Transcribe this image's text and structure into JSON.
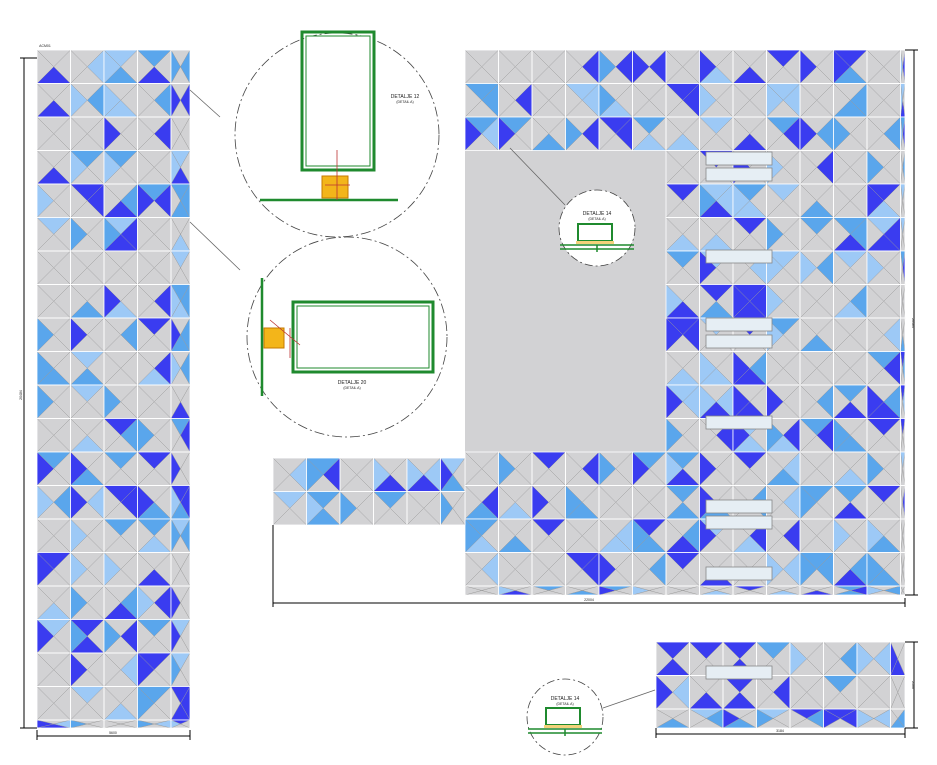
{
  "drawing": {
    "corner_label": "ACM01",
    "details": [
      {
        "title": "DETALJE 12",
        "subtitle": "(DETAIL A)"
      },
      {
        "title": "DETALJE 20",
        "subtitle": "(DETAIL A)"
      },
      {
        "title": "DETALJE 14",
        "subtitle": "(DETAIL A)"
      },
      {
        "title": "DETALJE 14",
        "subtitle": "(DETAIL A)"
      }
    ],
    "dimensions": {
      "left_width": "5600",
      "left_height": "20484",
      "main_width": "22004",
      "main_height": "20484",
      "small_width": "3184",
      "small_height": "2100"
    }
  },
  "colors": {
    "tile": "#d2d2d4",
    "blue": "#3a3cf0",
    "mid_blue": "#5aa6ec",
    "light_blue": "#9dc9f6",
    "grid_line": "#9a9a9a",
    "frame": "#1f8a2e"
  }
}
